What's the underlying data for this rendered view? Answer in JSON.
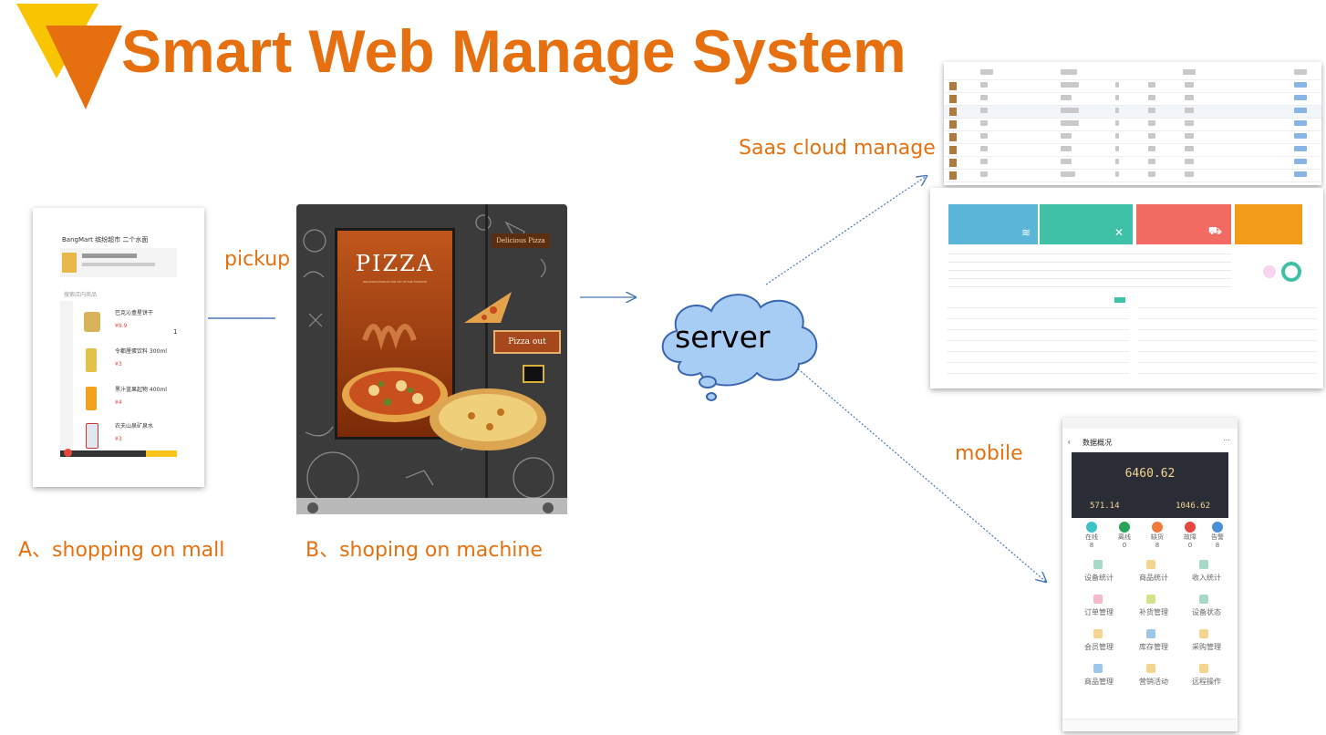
{
  "title": "Smart Web Manage System",
  "labels": {
    "pickup": "pickup",
    "saas": "Saas cloud  manage",
    "mobile": "mobile",
    "server": "server",
    "shopping_mall": "A、shopping on mall",
    "shopping_machine": "B、shoping on machine"
  },
  "mall_app": {
    "brand": "BangMart 缤纷超市 二个水面",
    "search_placeholder": "搜索店内商品",
    "items": [
      {
        "name": "巴克沁盒星饼干",
        "price": "¥9.9",
        "qty": "1"
      },
      {
        "name": "令都厘蛋饮料 300ml",
        "price": "¥3",
        "qty": ""
      },
      {
        "name": "黑汁蓝果起物 400ml",
        "price": "¥4",
        "qty": ""
      },
      {
        "name": "农夫山泉矿泉水",
        "price": "¥3",
        "qty": ""
      }
    ]
  },
  "machine": {
    "screen_title": "PIZZA",
    "screen_subtitle": "DELICIOUS PIZZA IN THE TRY OF THE TOMATOS",
    "sign_top": "Delicious Pizza",
    "sign_out": "Pizza out"
  },
  "dashboard": {
    "card_colors": [
      "#5bb5d8",
      "#3fc1a8",
      "#f16b62",
      "#f39c1a"
    ]
  },
  "mobile_app": {
    "header": "数据概况",
    "total_amount": "6460.62",
    "amount_left": "571.14",
    "amount_right": "1046.62",
    "stats": [
      {
        "label": "在线",
        "value": "8",
        "color": "#3fc1c8"
      },
      {
        "label": "离线",
        "value": "0",
        "color": "#2aa35a"
      },
      {
        "label": "缺货",
        "value": "8",
        "color": "#f07a3b"
      },
      {
        "label": "故障",
        "value": "0",
        "color": "#e8453c"
      },
      {
        "label": "告警",
        "value": "8",
        "color": "#4a90d9"
      }
    ],
    "menu": [
      "设备统计",
      "商品统计",
      "收入统计",
      "订单管理",
      "补货管理",
      "设备状态",
      "会员管理",
      "库存管理",
      "采购管理",
      "商品管理",
      "营销活动",
      "远程操作"
    ]
  }
}
